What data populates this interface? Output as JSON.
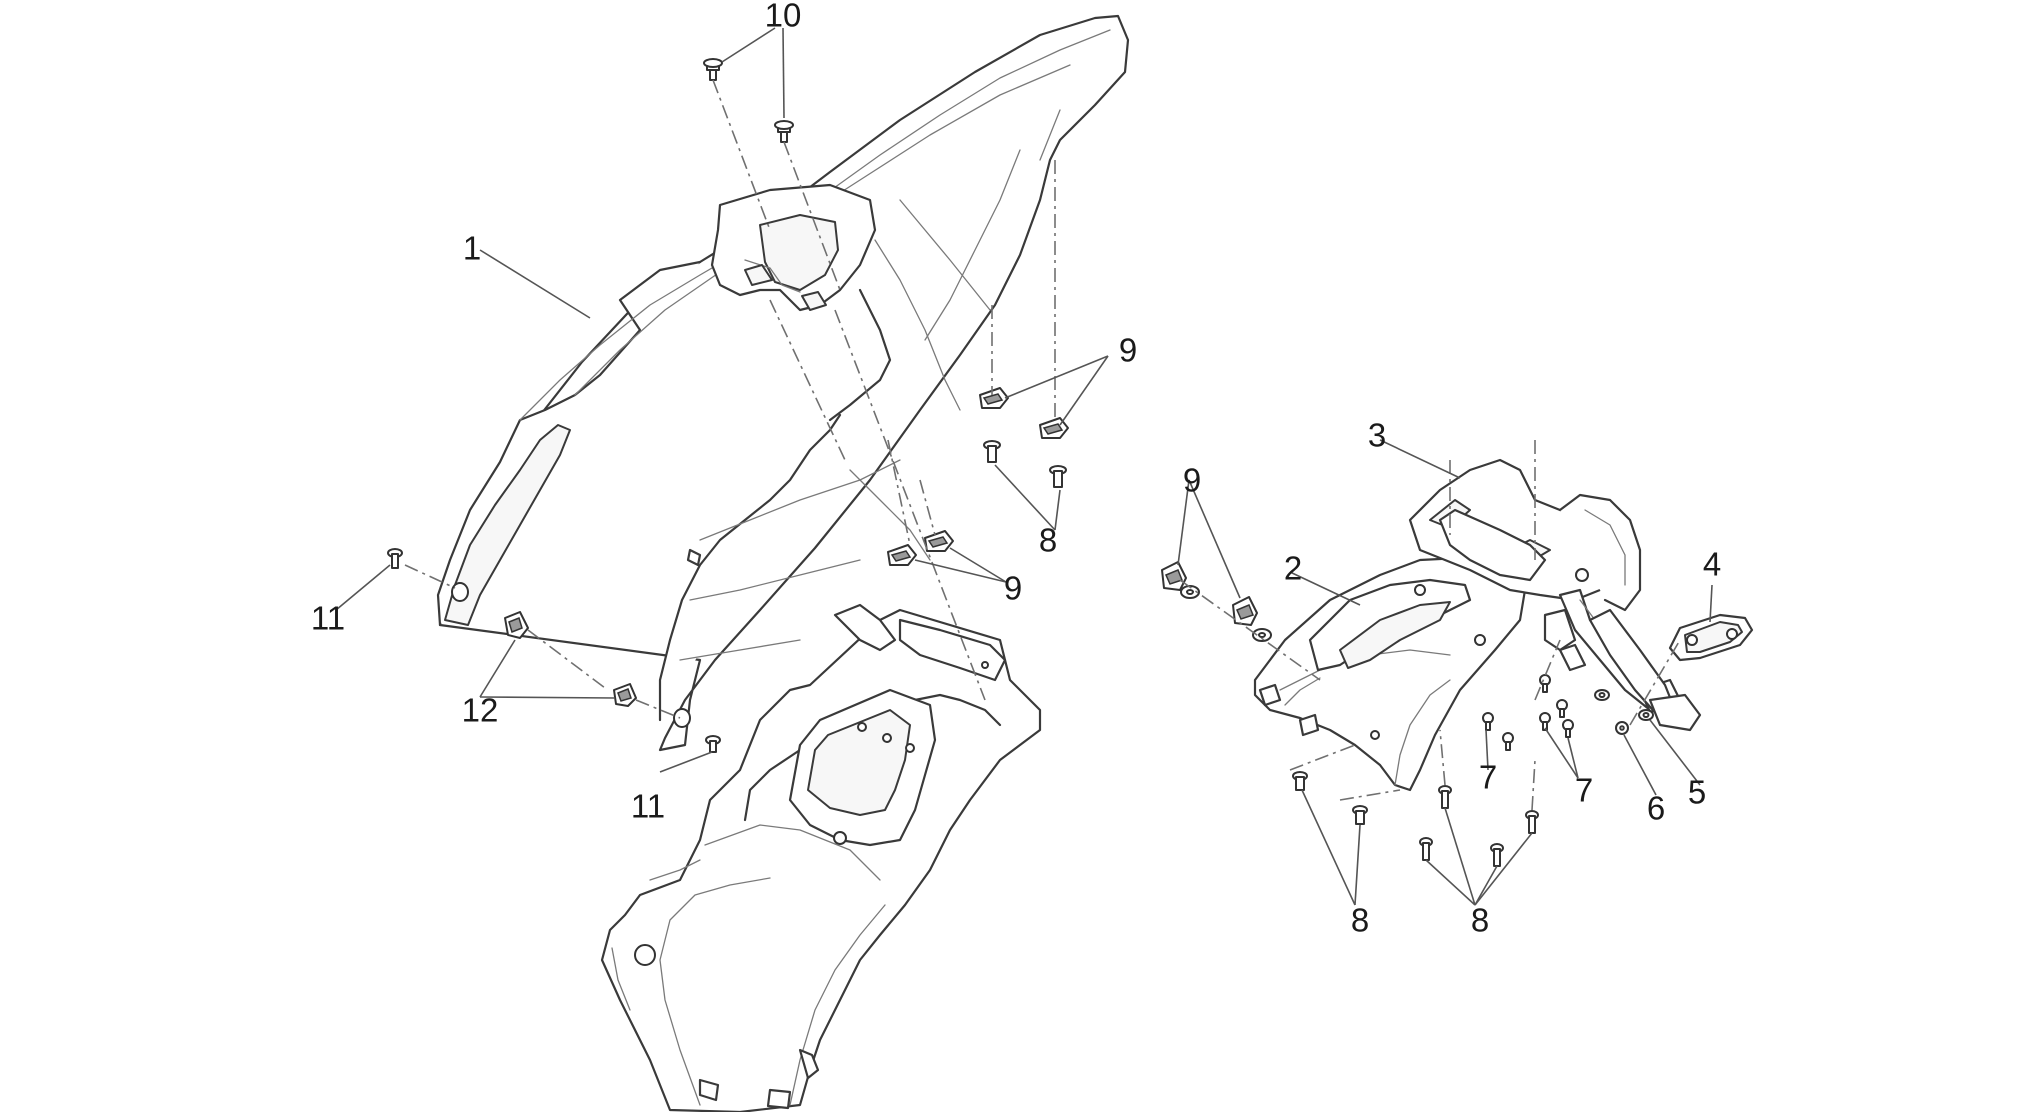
{
  "callouts": {
    "c1": "1",
    "c2": "2",
    "c3": "3",
    "c4": "4",
    "c5": "5",
    "c6": "6",
    "c7a": "7",
    "c7b": "7",
    "c8a": "8",
    "c8b": "8",
    "c8c": "8",
    "c9a": "9",
    "c9b": "9",
    "c9c": "9",
    "c10": "10",
    "c11a": "11",
    "c11b": "11",
    "c12": "12"
  },
  "colors": {
    "line": "#3a3a3a",
    "background": "#ffffff"
  }
}
